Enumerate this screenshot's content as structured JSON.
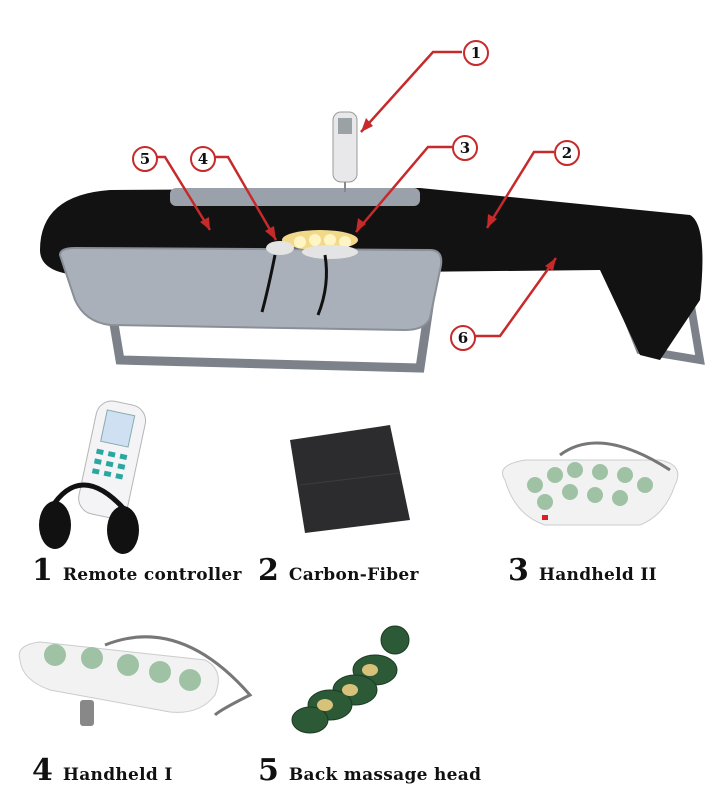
{
  "figure": {
    "subject": "massage bed with numbered components",
    "colors": {
      "callout_red": "#c62a2a",
      "bed_black": "#111111",
      "frame_gray": "#8a8f98",
      "panel_gray": "#a9b0ba"
    }
  },
  "callouts": [
    {
      "id": "1",
      "label": "1"
    },
    {
      "id": "2",
      "label": "2"
    },
    {
      "id": "3",
      "label": "3"
    },
    {
      "id": "4",
      "label": "4"
    },
    {
      "id": "5",
      "label": "5"
    },
    {
      "id": "6",
      "label": "6"
    }
  ],
  "parts": [
    {
      "num": "1",
      "label": "Remote controller"
    },
    {
      "num": "2",
      "label": "Carbon-Fiber"
    },
    {
      "num": "3",
      "label": "Handheld II"
    },
    {
      "num": "4",
      "label": "Handheld I"
    },
    {
      "num": "5",
      "label": "Back massage head"
    }
  ]
}
